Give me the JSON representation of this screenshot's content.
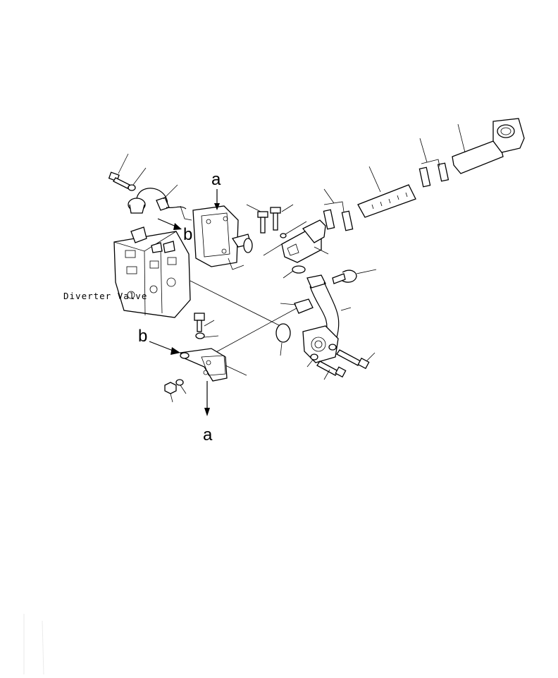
{
  "diagram": {
    "component_label": "Diverter Valve",
    "reference_a": "a",
    "reference_b": "b"
  },
  "colors": {
    "line": "#000000",
    "background": "#ffffff"
  }
}
